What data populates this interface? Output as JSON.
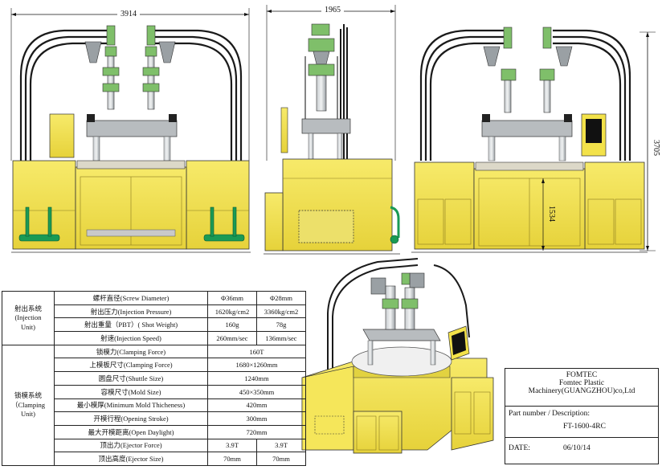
{
  "dimensions": {
    "front_width": "3914",
    "side_depth": "1965",
    "total_height": "3705",
    "table_height": "1534"
  },
  "spec_table": {
    "groups": [
      {
        "zh": "射出系统",
        "en1": "(Injection",
        "en2": "Unit)"
      },
      {
        "zh": "锁模系统",
        "en1": "（Clamping",
        "en2": "Unit)"
      }
    ],
    "rows": [
      {
        "param": "螺杆直径(Screw Diameter)",
        "v1": "Φ36mm",
        "v2": "Φ28mm"
      },
      {
        "param": "射出压力(Injection Pressure)",
        "v1": "1620kg/cm2",
        "v2": "3360kg/cm2"
      },
      {
        "param": "射出重量（PBT）( Shot Weight)",
        "v1": "160g",
        "v2": "78g"
      },
      {
        "param": "射速(Injection Speed)",
        "v1": "260mm/sec",
        "v2": "136mm/sec"
      },
      {
        "param": "锁模力(Clamping Force)",
        "v": "160T"
      },
      {
        "param": "上模板尺寸(Clamping Force)",
        "v": "1680×1260mm"
      },
      {
        "param": "圆盘尺寸(Shuttle Size)",
        "v": "1240mm"
      },
      {
        "param": "容模尺寸(Mold Size)",
        "v": "450×350mm"
      },
      {
        "param": "最小模厚(Minimum Mold Thicheness)",
        "v": "420mm"
      },
      {
        "param": "开模行程(Opening Stroke)",
        "v": "300mm"
      },
      {
        "param": "最大开模距离(Open Daylight)",
        "v": "720mm"
      },
      {
        "param": "顶出力(Ejector Force)",
        "v1": "3.9T",
        "v2": "3.9T"
      },
      {
        "param": "顶出高度(Ejector Size)",
        "v1": "70mm",
        "v2": "70mm"
      }
    ]
  },
  "title_block": {
    "company_line1": "FOMTEC",
    "company_line2": "Fomtec Plastic",
    "company_line3": "Machinery(GUANGZHOU)co,Ltd",
    "part_label": "Part number / Description:",
    "part_number": "FT-1600-4RC",
    "date_label": "DATE:",
    "date_value": "06/10/14"
  },
  "colors": {
    "body_yellow": "#f3e24a",
    "body_yellow_dark": "#c9b62a",
    "steel_gray": "#9aa0a4",
    "nozzle_green": "#7fbf6a",
    "base_green": "#1a9a55",
    "hose_black": "#1a1a1a"
  }
}
